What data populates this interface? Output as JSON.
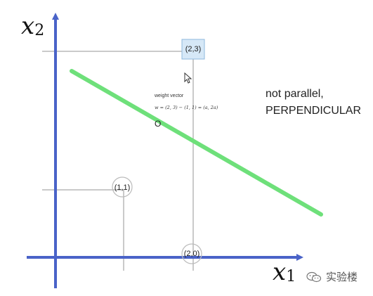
{
  "axes": {
    "x_label_main": "x",
    "x_label_sub": "1",
    "y_label_main": "x",
    "y_label_sub": "2"
  },
  "points": {
    "p23": "(2,3)",
    "p11": "(1,1)",
    "p20": "(2,0)",
    "origin": "O"
  },
  "weight_vector": {
    "title": "weight vector",
    "formula": "w = (2, 3) − (1, 1) = (a, 2a)"
  },
  "note": {
    "line1": "not parallel,",
    "line2": "PERPENDICULAR"
  },
  "watermark": {
    "text": "实验楼",
    "icon": "wechat-icon"
  },
  "colors": {
    "axis": "#4a63c8",
    "line": "#6ee07a",
    "guide": "#b8b8b8",
    "highlight_box": "#d6e8f7"
  }
}
